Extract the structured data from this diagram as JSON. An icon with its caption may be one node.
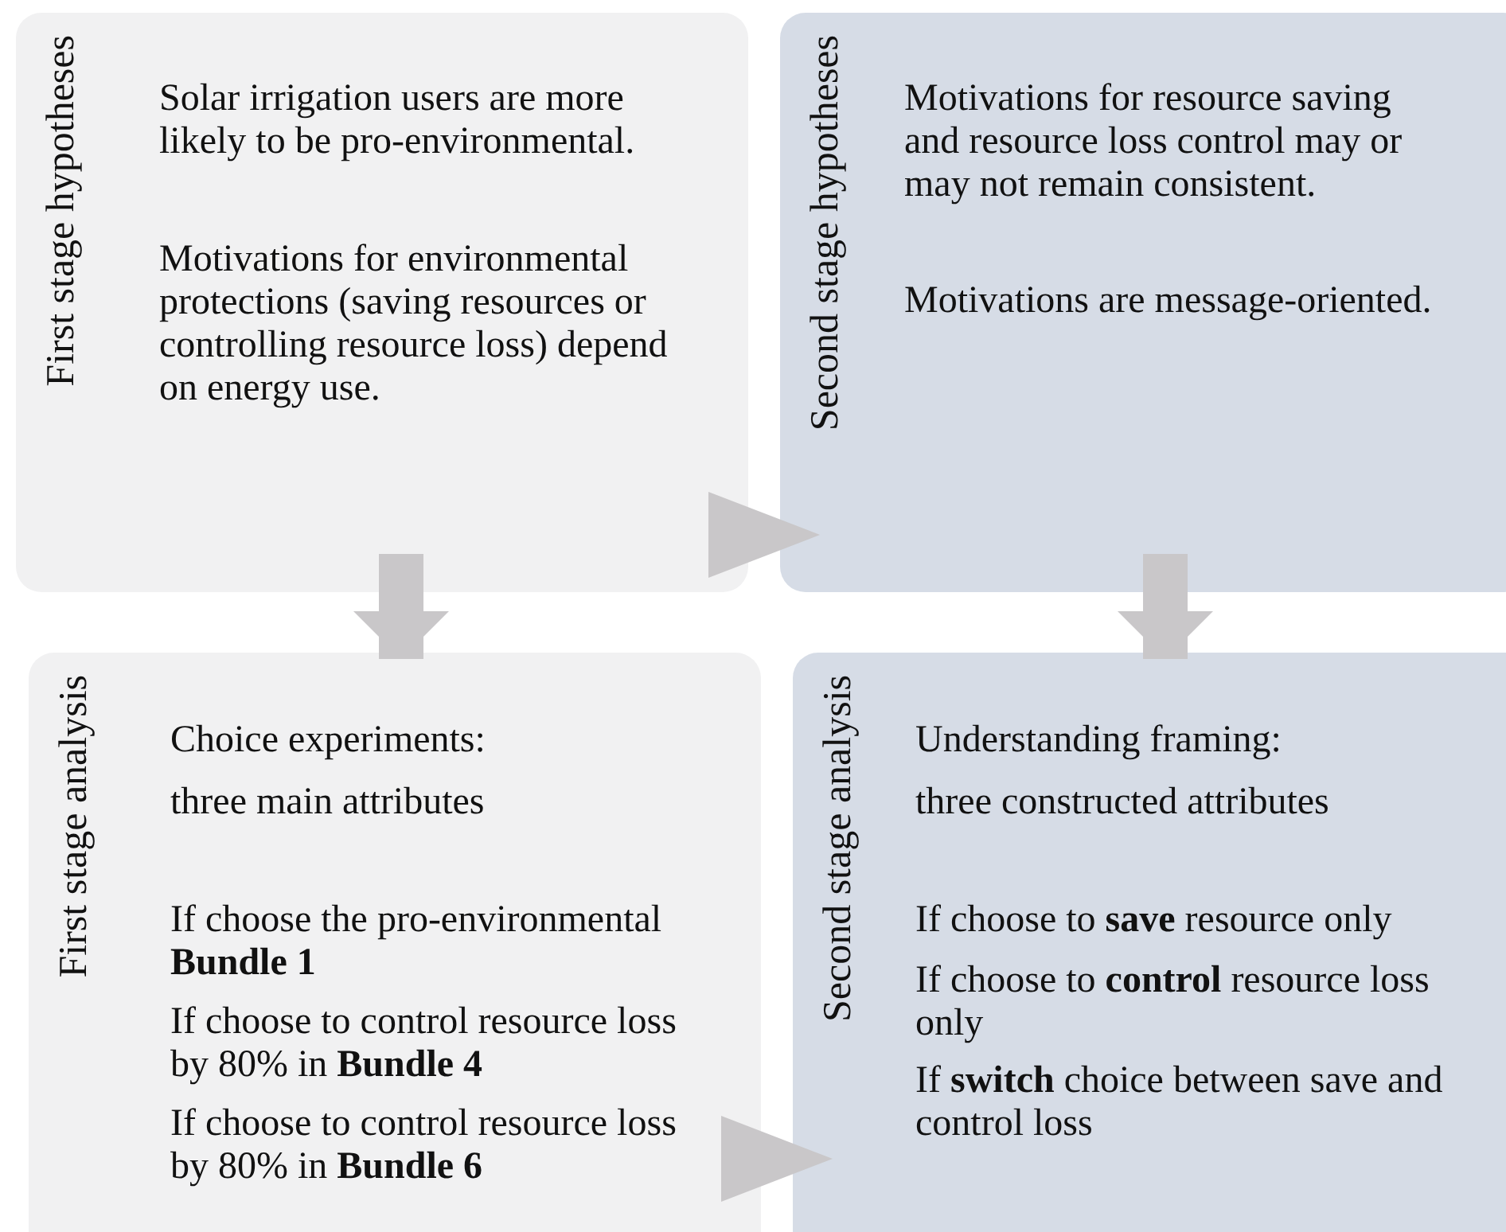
{
  "diagram": {
    "nodes": [
      {
        "text": [
          "First stage hypotheses",
          "Solar irrigation users are more likely to be pro-environmental.",
          "Motivations for environmental protections (saving resources or controlling resource loss) depend on energy use."
        ]
      },
      {
        "text": [
          "Second stage hypotheses",
          "Motivations for resource saving and resource loss control may or may not remain consistent.",
          "Motivations are message-oriented."
        ]
      },
      {
        "text": [
          "First stage analysis",
          "Choice experiments:",
          "three main attributes",
          "If choose the pro-environmental **Bundle 1**",
          "If choose to control resource loss by 80% in **Bundle 4**",
          "If choose to control resource loss by 80% in **Bundle 6**"
        ]
      },
      {
        "text": [
          "Second stage analysis",
          "Understanding framing:",
          "three constructed attributes",
          "If choose to **save** resource only",
          "If choose to **control** resource loss only",
          "If **switch** choice between save and control loss"
        ]
      }
    ],
    "edges": [
      {
        "from": 0,
        "to": 1,
        "arrow": "to"
      },
      {
        "from": 0,
        "to": 2,
        "arrow": "to",
        "style": "thick"
      },
      {
        "from": 1,
        "to": 3,
        "arrow": "to",
        "style": "thick"
      },
      {
        "from": 2,
        "to": 3,
        "arrow": "to"
      }
    ]
  }
}
